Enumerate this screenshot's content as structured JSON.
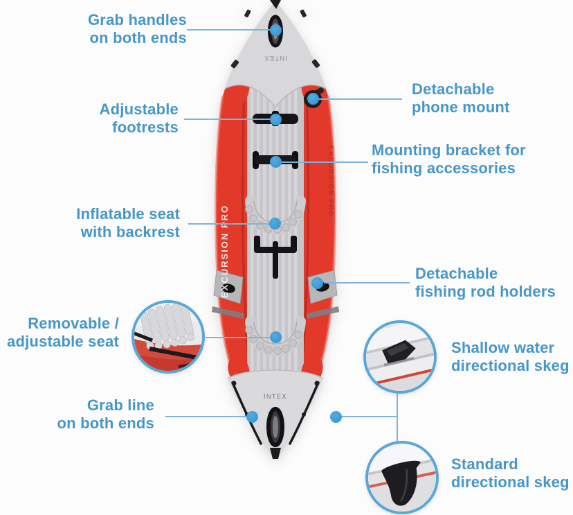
{
  "title": "Inflatable fishing kayak feature diagram",
  "colors": {
    "background": "#fcfcfc",
    "label_blue": "#4697c8",
    "connector_blue": "#7fb3d9",
    "dot_blue": "#3a9cd6",
    "inset_ring_blue": "#58a7d9",
    "kayak_red": "#e2392b",
    "kayak_gray": "#d8d8da",
    "floor_gray": "#c6c6ca"
  },
  "kayak": {
    "brand": "INTEX",
    "model_text": "EXCURSION PRO"
  },
  "labels": {
    "grab_handles": {
      "line1": "Grab handles",
      "line2": "on both ends"
    },
    "footrests": {
      "line1": "Adjustable",
      "line2": "footrests"
    },
    "phone_mount": {
      "line1": "Detachable",
      "line2": "phone mount"
    },
    "mount_bracket": {
      "line1": "Mounting bracket for",
      "line2": "fishing accessories"
    },
    "inflatable_seat": {
      "line1": "Inflatable seat",
      "line2": "with backrest"
    },
    "rod_holders": {
      "line1": "Detachable",
      "line2": "fishing rod holders"
    },
    "removable_seat": {
      "line1": "Removable /",
      "line2": "adjustable seat"
    },
    "shallow_skeg": {
      "line1": "Shallow water",
      "line2": "directional skeg"
    },
    "grab_line": {
      "line1": "Grab line",
      "line2": "on both ends"
    },
    "standard_skeg": {
      "line1": "Standard",
      "line2": "directional skeg"
    }
  }
}
